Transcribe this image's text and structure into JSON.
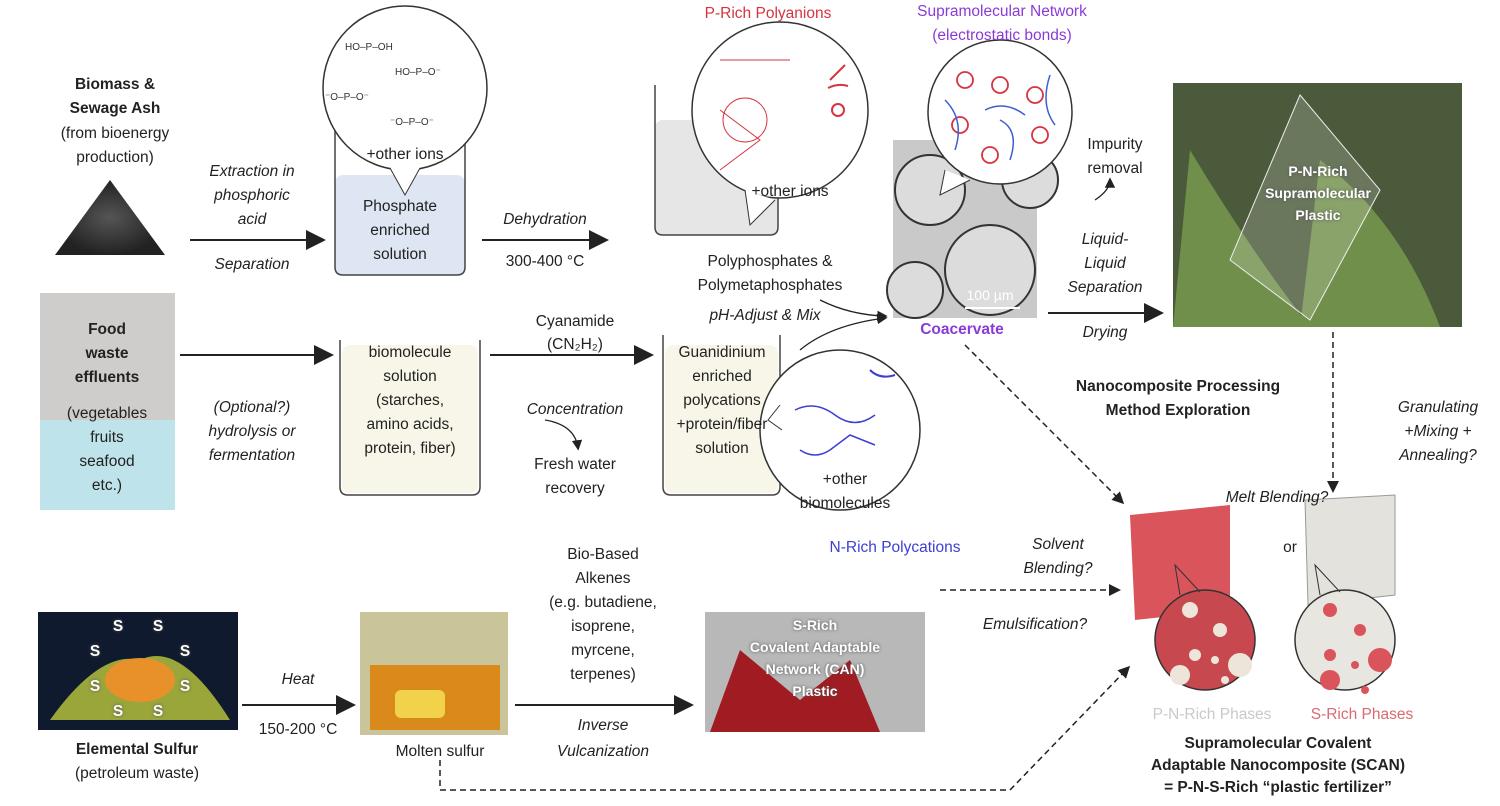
{
  "colors": {
    "p_rich": "#d6343f",
    "n_rich": "#3c3fd2",
    "network": "#8a3bd6",
    "scan_red": "#d9545b",
    "scan_grey": "#e4e2dc"
  },
  "row1": {
    "biomass_title": [
      "Biomass &",
      "Sewage Ash"
    ],
    "biomass_note": [
      "(from bioenergy",
      "production)"
    ],
    "extraction": [
      "Extraction in",
      "phosphoric",
      "acid"
    ],
    "separation": "Separation",
    "phosphate_beaker": [
      "Phosphate",
      "enriched",
      "solution"
    ],
    "other_ions": "+other ions",
    "dehydration": "Dehydration",
    "dehydration_temp": "300-400 °C",
    "p_rich_title": "P-Rich Polyanions",
    "other_ions_2": "+other ions",
    "polyphosphates": [
      "Polyphosphates &",
      "Polymetaphosphates"
    ],
    "ph_adjust": "pH-Adjust & Mix",
    "network_title": [
      "Supramolecular Network",
      "(electrostatic bonds)"
    ],
    "scale_bar": "100 µm",
    "coacervate": "Coacervate",
    "impurity": [
      "Impurity",
      "removal"
    ],
    "lls": [
      "Liquid-",
      "Liquid",
      "Separation"
    ],
    "drying": "Drying",
    "photo_label": [
      "P-N-Rich",
      "Supramolecular",
      "Plastic"
    ]
  },
  "row2": {
    "food_title": [
      "Food",
      "waste",
      "effluents"
    ],
    "food_note": [
      "(vegetables",
      "fruits",
      "seafood",
      "etc.)"
    ],
    "hydrolysis": [
      "(Optional?)",
      "hydrolysis or",
      "fermentation"
    ],
    "biomolecule_beaker": [
      "biomolecule",
      "solution",
      "(starches,",
      "amino acids,",
      "protein, fiber)"
    ],
    "cyanamide": "Cyanamide",
    "cyanamide_formula": "(CN₂H₂)",
    "concentration": "Concentration",
    "fresh_water": [
      "Fresh water",
      "recovery"
    ],
    "guanidinium_beaker": [
      "Guanidinium",
      "enriched",
      "polycations",
      "+protein/fiber",
      "solution"
    ],
    "other_biomolecules": [
      "+other",
      "biomolecules"
    ],
    "n_rich_title": "N-Rich Polycations"
  },
  "right": {
    "method": [
      "Nanocomposite Processing",
      "Method Exploration"
    ],
    "granulating": [
      "Granulating",
      "+Mixing +",
      "Annealing?"
    ],
    "melt": "Melt Blending?",
    "solvent": [
      "Solvent",
      "Blending?"
    ],
    "emulsification": "Emulsification?",
    "or": "or",
    "pn_phases": "P-N-Rich Phases",
    "s_phases": "S-Rich Phases",
    "scan": [
      "Supramolecular Covalent",
      "Adaptable Nanocomposite (SCAN)",
      "= P-N-S-Rich “plastic fertilizer”"
    ]
  },
  "row3": {
    "sulfur_title": "Elemental Sulfur",
    "sulfur_note": "(petroleum waste)",
    "heat": "Heat",
    "heat_temp": "150-200 °C",
    "molten": "Molten sulfur",
    "alkenes": [
      "Bio-Based",
      "Alkenes",
      "(e.g. butadiene,",
      "isoprene,",
      "myrcene,",
      "terpenes)"
    ],
    "inverse": [
      "Inverse",
      "Vulcanization"
    ],
    "s_rich_label": [
      "S-Rich",
      "Covalent Adaptable",
      "Network (CAN)",
      "Plastic"
    ],
    "s8_atom": "S"
  }
}
